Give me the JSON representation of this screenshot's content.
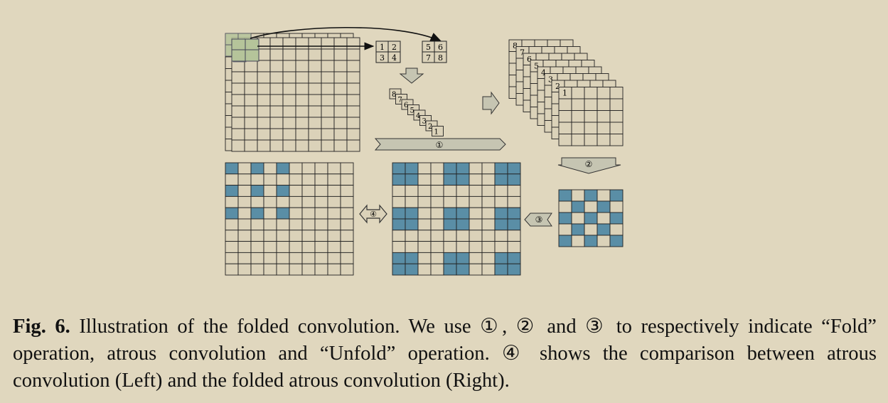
{
  "figure": {
    "kernel_top": [
      "1",
      "2"
    ],
    "kernel_bottom": [
      "3",
      "4"
    ],
    "kernel2_top": [
      "5",
      "6"
    ],
    "kernel2_bottom": [
      "7",
      "8"
    ],
    "small_stack_labels": [
      "8",
      "7",
      "6",
      "5",
      "4",
      "3",
      "2",
      "1"
    ],
    "big_stack_labels": [
      "8",
      "7",
      "6",
      "5",
      "4",
      "3",
      "2",
      "1"
    ],
    "step_fold": "①",
    "step_atrous": "②",
    "step_unfold": "③",
    "step_compare": "④"
  },
  "caption": {
    "label": "Fig. 6.",
    "text": " Illustration of the folded convolution. We use ①, ② and ③ to respectively indicate “Fold” operation, atrous convolution and “Unfold” operation. ④ shows the comparison between atrous convolution (Left) and the folded atrous convolution (Right)."
  },
  "colors": {
    "background": "#e0d7be",
    "cell": "#dbd2b9",
    "highlight": "#5a8ea6",
    "kernel": "#b5c49a",
    "arrow": "#c6c5b2"
  }
}
